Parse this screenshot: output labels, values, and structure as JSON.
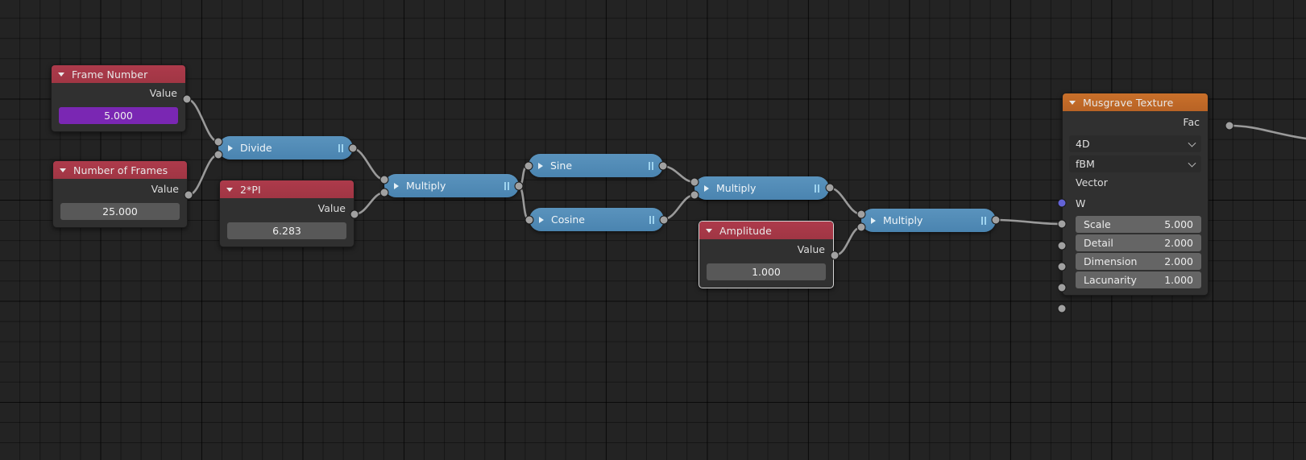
{
  "editor": {
    "name": "blender-shader-node-editor",
    "background": "#232323",
    "grid_color": "#1a1a1a"
  },
  "colors": {
    "header_input_red": "#a9384a",
    "header_texture_orange": "#c06a28",
    "math_node_blue": "#4e88b4",
    "node_body": "#303030",
    "value_field": "#585858",
    "animated_field": "#7a27b3",
    "socket_value": "#a1a1a1",
    "socket_vector": "#6363d6",
    "link": "#9a9a9a"
  },
  "nodes": {
    "frame_number": {
      "title": "Frame Number",
      "output_label": "Value",
      "value": "5.000",
      "value_animated": true
    },
    "number_of_frames": {
      "title": "Number of Frames",
      "output_label": "Value",
      "value": "25.000"
    },
    "two_pi": {
      "title": "2*PI",
      "output_label": "Value",
      "value": "6.283"
    },
    "amplitude": {
      "title": "Amplitude",
      "output_label": "Value",
      "value": "1.000",
      "selected": true
    },
    "divide": {
      "label": "Divide"
    },
    "multiply_1": {
      "label": "Multiply"
    },
    "sine": {
      "label": "Sine"
    },
    "cosine": {
      "label": "Cosine"
    },
    "multiply_2": {
      "label": "Multiply"
    },
    "multiply_3": {
      "label": "Multiply"
    },
    "musgrave": {
      "title": "Musgrave Texture",
      "output_label": "Fac",
      "dimension_enum": "4D",
      "type_enum": "fBM",
      "inputs": [
        {
          "label": "Vector",
          "socket": "vector"
        },
        {
          "label": "W",
          "socket": "value"
        }
      ],
      "sliders": [
        {
          "label": "Scale",
          "value": "5.000"
        },
        {
          "label": "Detail",
          "value": "2.000"
        },
        {
          "label": "Dimension",
          "value": "2.000"
        },
        {
          "label": "Lacunarity",
          "value": "1.000"
        }
      ]
    }
  }
}
